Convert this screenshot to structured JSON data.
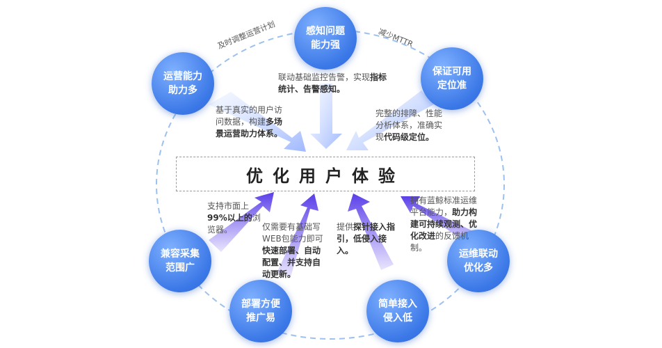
{
  "center_title": "优化用户体验",
  "nodes": {
    "top": "感知问题\n能力强",
    "top_right": "保证可用\n定位准",
    "top_left": "运营能力\n助力多",
    "right": "运维联动\n优化多",
    "left": "兼容采集\n范围广",
    "bottom_left": "部署方便\n推广易",
    "bottom_right": "简单接入\n侵入低"
  },
  "arc_labels": {
    "upper_left": "及时调整运营计划",
    "upper_right": "减少MTTR"
  },
  "descriptions": {
    "top": {
      "plain": "联动基础监控告警，实现",
      "bold": "指标统计、告警感知。"
    },
    "top_right": {
      "plain": "完整的排障、性能分析体系，准确实现",
      "bold": "代码级定位。"
    },
    "top_left": {
      "plain": "基于真实的用户访问数据，构建",
      "bold": "多场景运营助力体系。"
    },
    "left": {
      "plain": "支持市面上",
      "bold": "99%以上的",
      "tail": "浏览器。"
    },
    "bottom_left": {
      "plain": "仅需要有基础写WEB包能力即可",
      "bold": "快速部署、自动配置、并支持自动更新。"
    },
    "bottom_mid": {
      "plain": "提供",
      "bold": "探针接入指引，低侵入接入。"
    },
    "right": {
      "plain": "拥有蓝鲸标准运维平台能力，",
      "bold": "助力构建可持续观测、优化改进",
      "tail": "的反馈机制。"
    }
  }
}
